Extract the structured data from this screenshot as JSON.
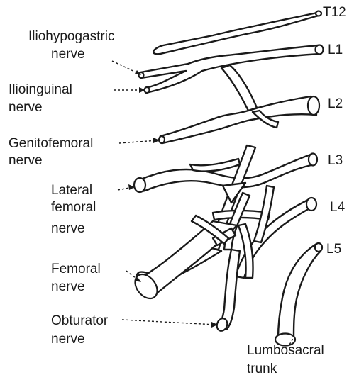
{
  "labels": {
    "t12": "T12",
    "l1": "L1",
    "l2": "L2",
    "l3": "L3",
    "l4": "L4",
    "l5": "L5",
    "iliohypogastric_1": "Iliohypogastric",
    "iliohypogastric_2": "nerve",
    "ilioinguinal_1": "Ilioinguinal",
    "ilioinguinal_2": "nerve",
    "genitofemoral_1": "Genitofemoral",
    "genitofemoral_2": "nerve",
    "lateral_femoral_1": "Lateral",
    "lateral_femoral_2": "femoral",
    "lateral_femoral_3": "nerve",
    "femoral_1": "Femoral",
    "femoral_2": "nerve",
    "obturator_1": "Obturator",
    "obturator_2": "nerve",
    "lumbosacral_1": "Lumbosacral",
    "lumbosacral_2": "trunk"
  },
  "colors": {
    "ink": "#1a1a1a",
    "background": "#ffffff"
  }
}
